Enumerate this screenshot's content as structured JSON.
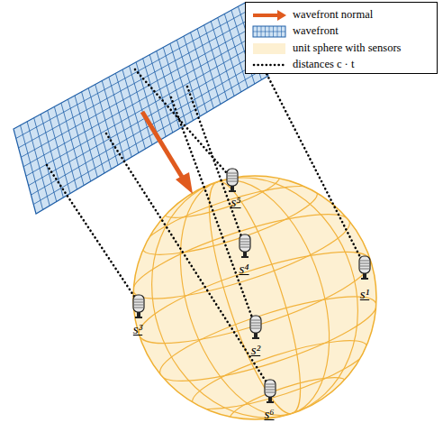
{
  "diagram": {
    "labels": [
      "s¹",
      "s²",
      "s³",
      "s⁴",
      "s⁵",
      "s⁶"
    ],
    "legend": [
      {
        "text": "wavefront normal"
      },
      {
        "text": "wavefront",
        "color": "#cfe2f3"
      },
      {
        "text": "unit sphere with sensors",
        "color": "#fdf0d2"
      },
      {
        "text": "distances c · t"
      }
    ]
  }
}
